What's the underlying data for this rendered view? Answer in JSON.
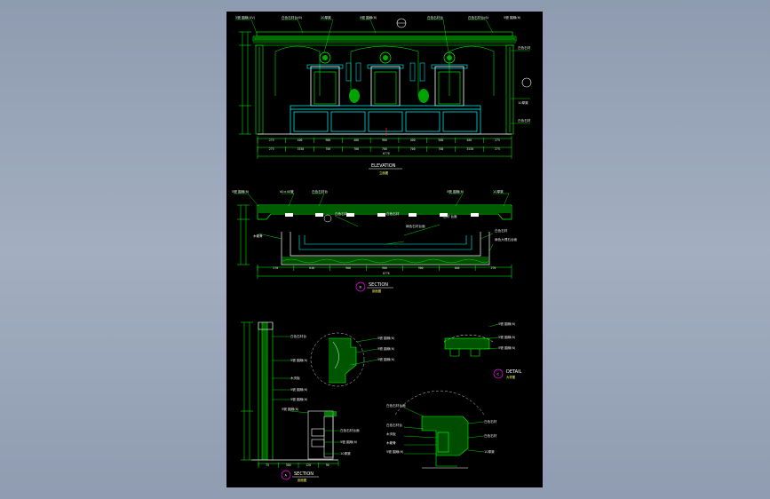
{
  "titles": {
    "elevation": "ELEVATION",
    "elevation_scale": "立面图",
    "section_b": "SECTION",
    "section_b_tag": "B",
    "section_b_scale": "剖面图",
    "detail_c": "DETAIL",
    "detail_c_tag": "C",
    "detail_c_scale": "大样图",
    "section_a": "SECTION",
    "section_a_tag": "A",
    "section_a_scale": "剖面图"
  },
  "labels": {
    "el_top_left": "5號 圖線(UV)",
    "el_top_1": "白色石材台(6)",
    "el_top_2": "10厚樂",
    "el_top_3": "5號 圖線(6)",
    "el_top_4": "白色石材台",
    "el_top_5": "白色石材台(6)",
    "el_top_6": "5號 圖線(6)",
    "el_right_1": "白色石材",
    "el_right_2": "10厚樂",
    "el_right_3": "白色石材",
    "el_bottom_total": "6776",
    "sb_top_1": "5號 圖線(6)",
    "sb_top_2": "40×40管",
    "sb_top_3": "白色石材台",
    "sb_top_4": "5號 圖線(6)",
    "sb_top_5": "10厚樂",
    "sb_mid_1": "白色石材",
    "sb_mid_2": "白色石材",
    "sb_mid_3": "石材 台面",
    "sb_left": "木龍骨",
    "sb_inner": "綠色石材台面",
    "sb_right_1": "白色石材",
    "sb_right_2": "綠色大理石台面",
    "sb_bottom_total": "6776",
    "sa_1": "白色石材台",
    "sa_2": "5號 圖線(6)",
    "sa_3": "木夾板",
    "sa_4": "5號 圖線(6)",
    "sa_5": "5號 圖線(6)",
    "sa_6": "5號 圖線(6)",
    "sa_7": "白色石材台面",
    "sa_8": "5號 圖線(6)",
    "sa_9": "10厚樂",
    "dc_1": "5號 圖線(6)",
    "dc_2": "5號 圖線(6)",
    "dc_3": "5號 圖線(6)",
    "dr_1": "白色石材台面",
    "dr_2": "白色石材台",
    "dr_3": "木夾板",
    "dr_4": "木龍骨",
    "dr_5": "5號 圖線(6)",
    "dr_6": "白色石材",
    "dr_7": "白色石材",
    "dr_8": "10厚樂"
  },
  "dims": {
    "el_row1": [
      "275",
      "400",
      "900",
      "400",
      "900",
      "400",
      "900",
      "400",
      "275"
    ],
    "el_row2": [
      "275",
      "3530",
      "700",
      "700",
      "700",
      "700",
      "700",
      "3530",
      "275"
    ],
    "sb_row": [
      "270",
      "640",
      "900",
      "900",
      "900",
      "640",
      "270"
    ],
    "sa_row": [
      "75",
      "300",
      "120",
      "90"
    ]
  },
  "colors": {
    "background": "#8e9bb0",
    "sheet": "#000000",
    "green": "#00ff00",
    "cyan": "#00ffff",
    "white": "#ffffff",
    "yellow": "#ffff00",
    "magenta": "#ff00ff",
    "red": "#ff2020"
  }
}
